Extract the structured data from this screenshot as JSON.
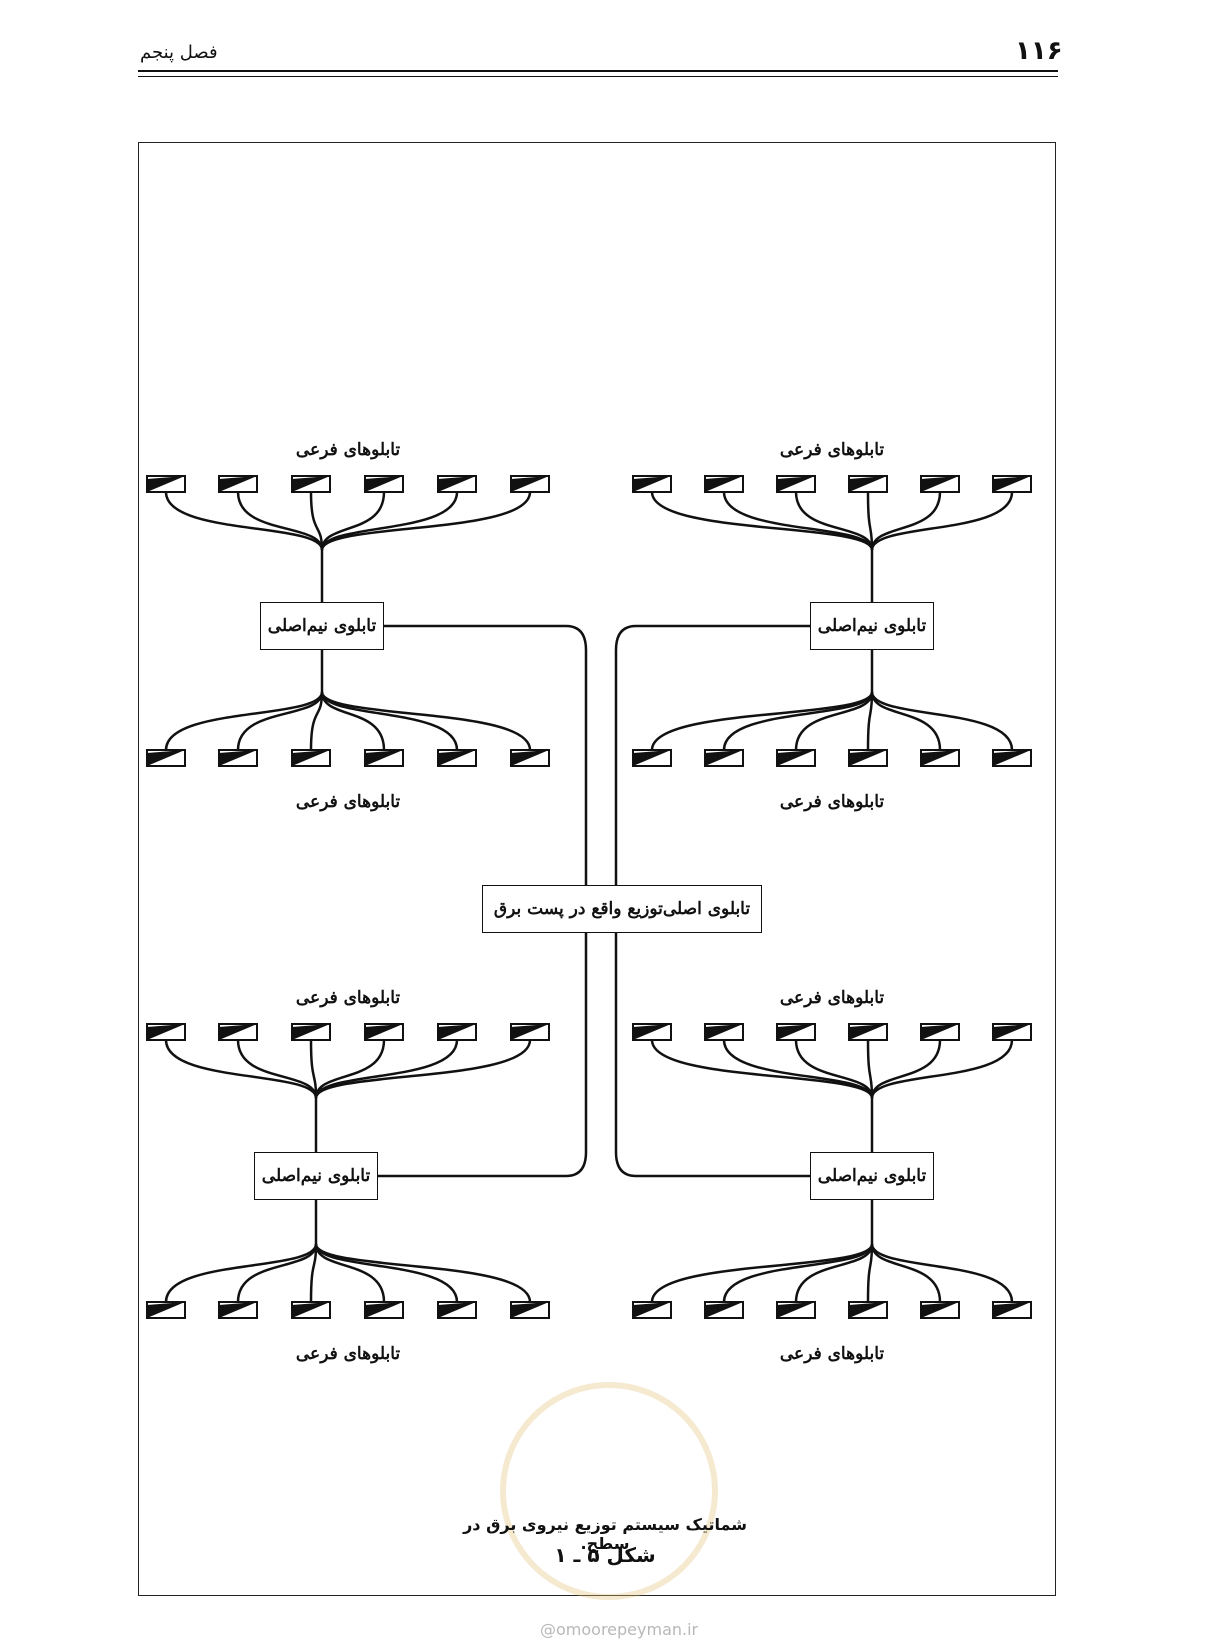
{
  "header": {
    "page_number": "۱۱۶",
    "chapter": "فصل پنجم"
  },
  "diagram": {
    "main_board_label": "تابلوی اصلی‌توزیع واقع در پست برق",
    "quadrants": [
      {
        "id": "top-left",
        "top_label": "تابلوهای فرعی",
        "sub_main_label": "تابلوی نیم‌اصلی",
        "bottom_label": "تابلوهای فرعی"
      },
      {
        "id": "top-right",
        "top_label": "تابلوهای فرعی",
        "sub_main_label": "تابلوی نیم‌اصلی",
        "bottom_label": "تابلوهای فرعی"
      },
      {
        "id": "bottom-left",
        "top_label": "تابلوهای فرعی",
        "sub_main_label": "تابلوی نیم‌اصلی",
        "bottom_label": "تابلوهای فرعی"
      },
      {
        "id": "bottom-right",
        "top_label": "تابلوهای فرعی",
        "sub_main_label": "تابلوی نیم‌اصلی",
        "bottom_label": "تابلوهای فرعی"
      }
    ],
    "sub_panels_per_row": 6
  },
  "caption": {
    "text": "شماتیک سیستم توزیع نیروی برق در سطح.",
    "figure_number": "شکل ۵ ـ ۱"
  },
  "watermark": {
    "site": "@omoorepeyman.ir"
  }
}
